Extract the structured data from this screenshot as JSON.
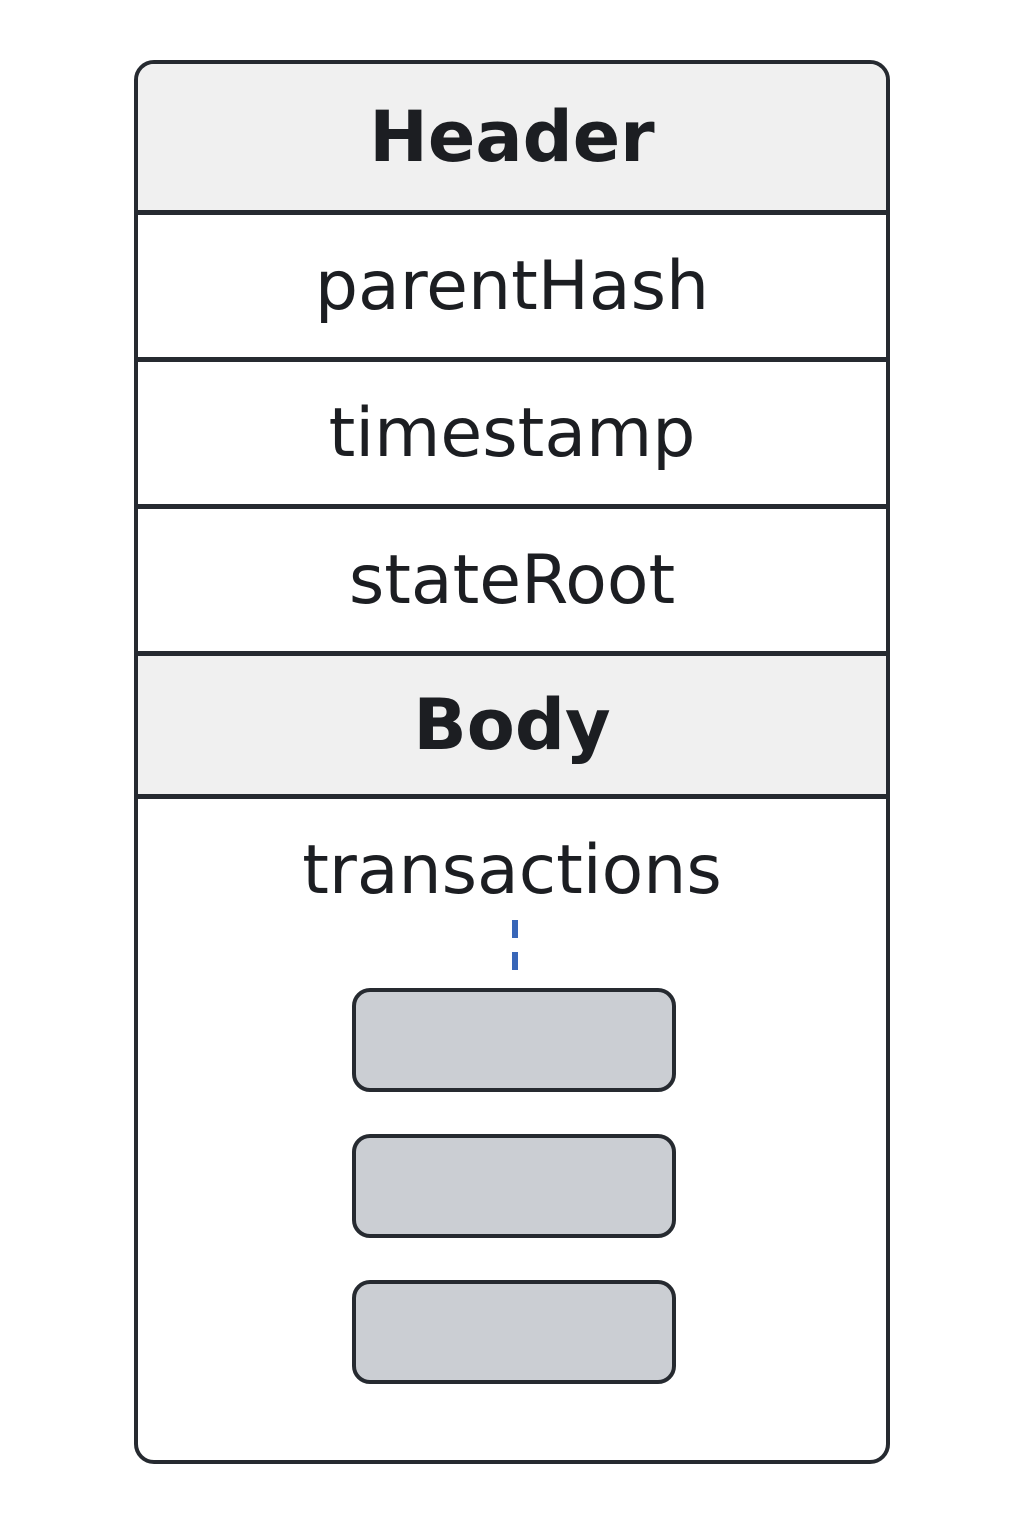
{
  "block": {
    "header": {
      "title": "Header",
      "fields": [
        "parentHash",
        "timestamp",
        "stateRoot"
      ]
    },
    "body": {
      "title": "Body",
      "transactions_label": "transactions",
      "transaction_count": 3
    }
  },
  "colors": {
    "border": "#262a30",
    "section_fill": "#f0f0f0",
    "item_fill": "#cbced3",
    "connector": "#3866b8",
    "text": "#1c1e22"
  }
}
